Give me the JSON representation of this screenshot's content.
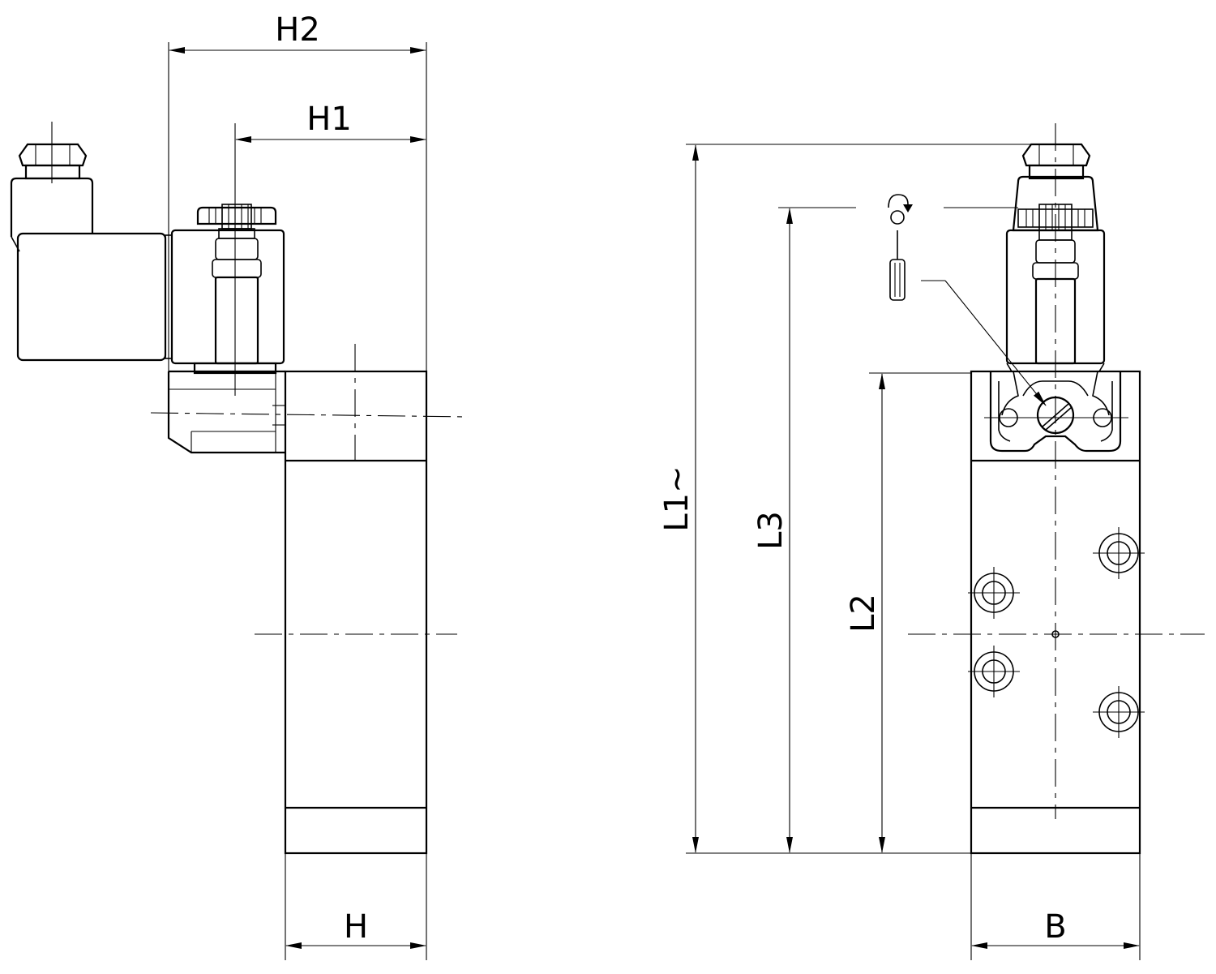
{
  "dimensions": {
    "h2": "H2",
    "h1": "H1",
    "h": "H",
    "l1": "L1~",
    "l3": "L3",
    "l2": "L2",
    "b": "B"
  },
  "colors": {
    "line": "#000000",
    "background": "#ffffff"
  },
  "icons": {
    "adjustment_tool": "screwdriver-icon",
    "rotation_hint": "rotate-arrow-icon"
  }
}
